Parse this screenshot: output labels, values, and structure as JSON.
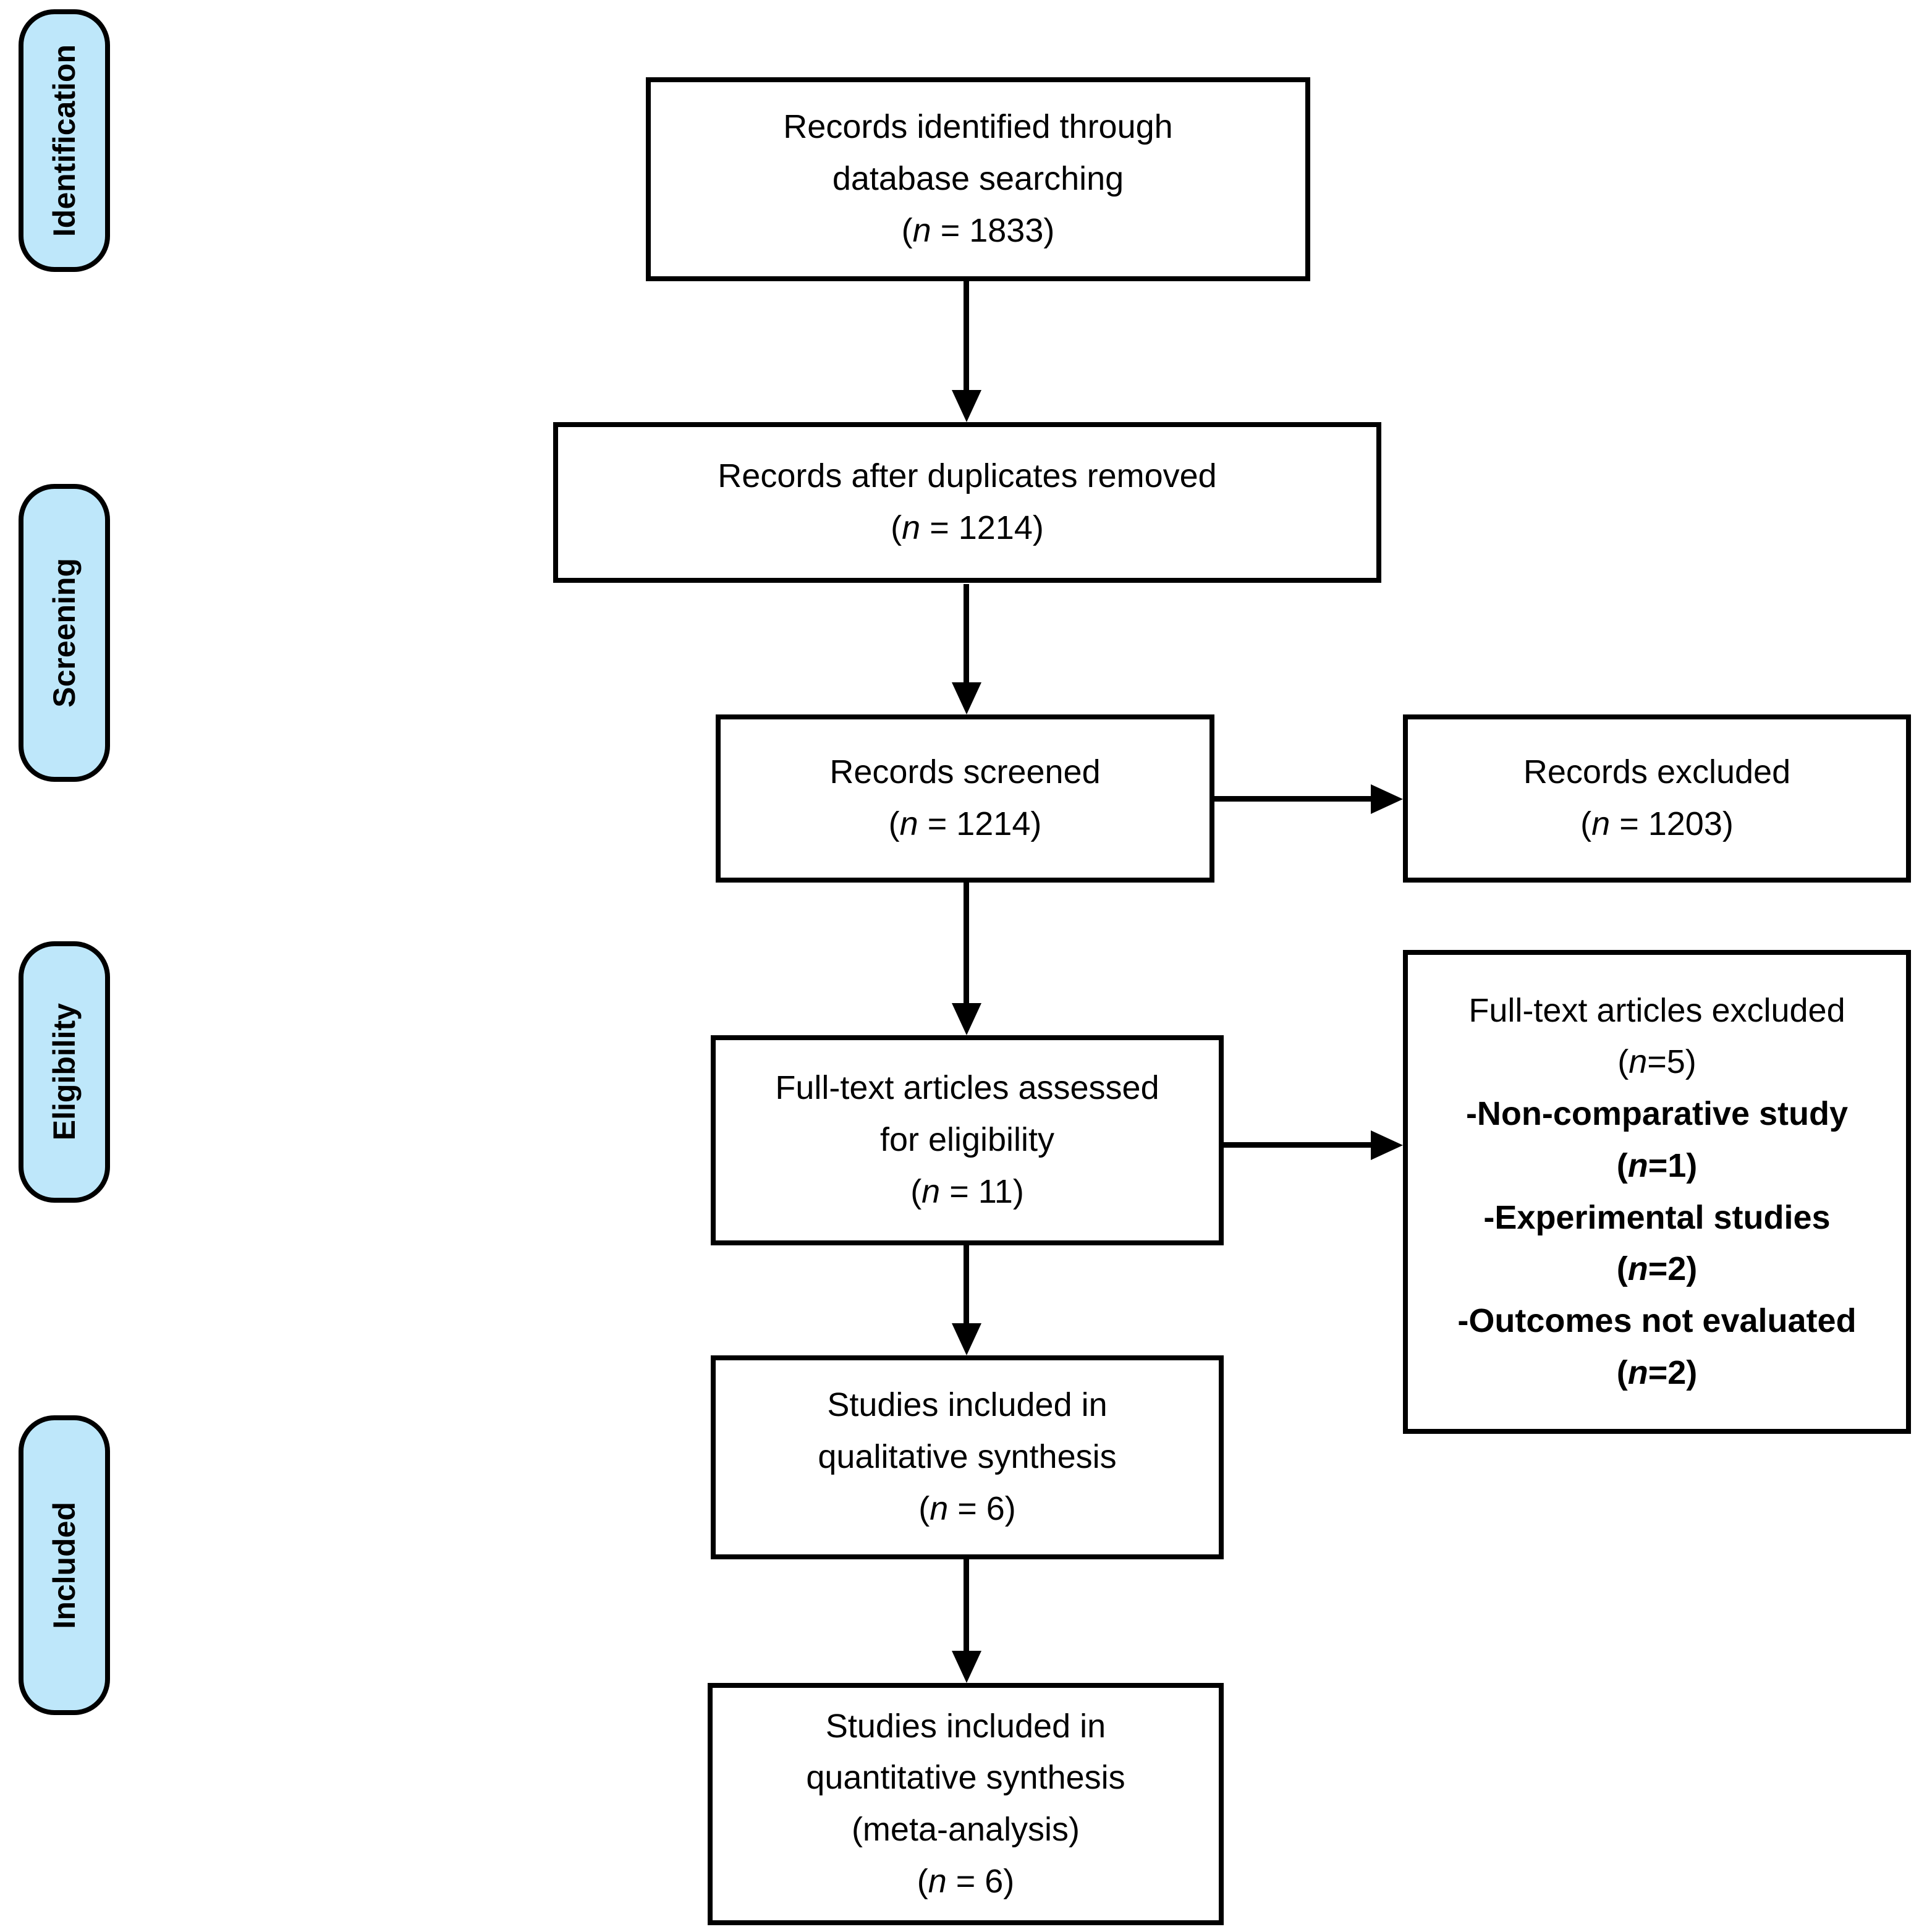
{
  "colors": {
    "background": "#ffffff",
    "stage_fill": "#bee7fa",
    "line": "#000000"
  },
  "stages": {
    "identification": "Identification",
    "screening": "Screening",
    "eligibility": "Eligibility",
    "included": "Included"
  },
  "boxes": {
    "identified": {
      "line1": "Records identified through",
      "line2": "database searching",
      "count": {
        "pre": "(",
        "var": "n",
        "post": " = 1833)"
      }
    },
    "deduplicated": {
      "line1": "Records after duplicates removed",
      "count": {
        "pre": "(",
        "var": "n",
        "post": " = 1214)"
      }
    },
    "screened": {
      "line1": "Records screened",
      "count": {
        "pre": "(",
        "var": "n",
        "post": " = 1214)"
      }
    },
    "records_excluded": {
      "line1": "Records excluded",
      "count": {
        "pre": "(",
        "var": "n",
        "post": " = 1203)"
      }
    },
    "fulltext_assessed": {
      "line1": "Full-text articles assessed",
      "line2": "for eligibility",
      "count": {
        "pre": "(",
        "var": "n",
        "post": " = 11)"
      }
    },
    "fulltext_excluded": {
      "title": "Full-text articles excluded",
      "count": {
        "pre": "(",
        "var": "n",
        "post": "=5)"
      },
      "reasons": [
        {
          "label": "-Non-comparative study",
          "count": {
            "pre": "(",
            "var": "n",
            "post": "=1)"
          }
        },
        {
          "label": "-Experimental studies",
          "count": {
            "pre": "(",
            "var": "n",
            "post": "=2)"
          }
        },
        {
          "label": "-Outcomes not evaluated",
          "count": {
            "pre": "(",
            "var": "n",
            "post": "=2)"
          }
        }
      ]
    },
    "qualitative": {
      "line1": "Studies included in",
      "line2": "qualitative synthesis",
      "count": {
        "pre": "(",
        "var": "n",
        "post": " = 6)"
      }
    },
    "quantitative": {
      "line1": "Studies included in",
      "line2": "quantitative synthesis",
      "line3": "(meta-analysis)",
      "count": {
        "pre": "(",
        "var": "n",
        "post": " = 6)"
      }
    }
  }
}
